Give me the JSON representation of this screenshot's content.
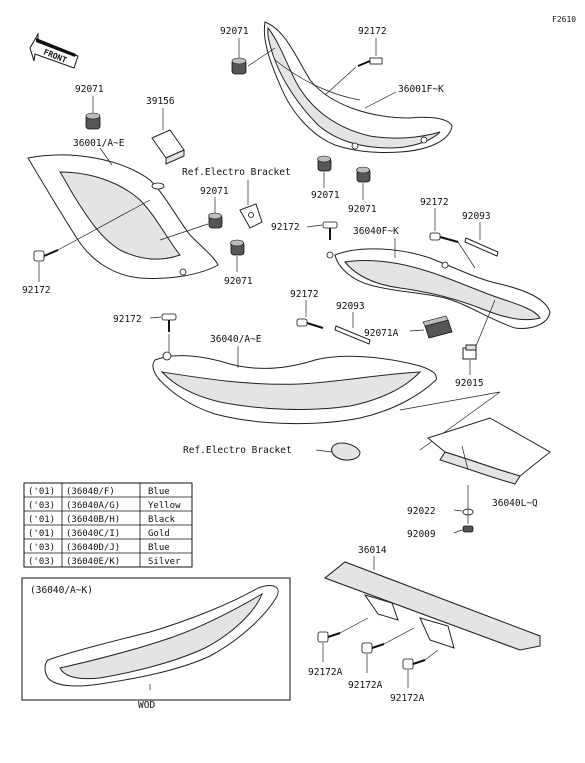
{
  "figure_id": "F2610",
  "front_label": "FRONT",
  "part_labels": {
    "p92071_a": "92071",
    "p92172_a": "92172",
    "p36001fk": "36001F~K",
    "p92071_b": "92071",
    "p39156": "39156",
    "p36001ae": "36001/A~E",
    "ref_bracket_1": "Ref.Electro Bracket",
    "p92071_c": "92071",
    "p92071_d": "92071",
    "p92071_e": "92071",
    "p92071_f": "92071",
    "p92172_b": "92172",
    "p92172_c": "92172",
    "p92172_d": "92172",
    "p36040fk": "36040F~K",
    "p92093_a": "92093",
    "p92172_e": "92172",
    "p92093_b": "92093",
    "p92071a": "92071A",
    "p92172_f": "92172",
    "p36040ae": "36040/A~E",
    "p92015": "92015",
    "ref_bracket_2": "Ref.Electro Bracket",
    "p92022": "92022",
    "p36040lq": "36040L~Q",
    "p92009": "92009",
    "p36014": "36014",
    "p92172a_a": "92172A",
    "p92172a_b": "92172A",
    "p92172a_c": "92172A"
  },
  "color_table": [
    {
      "year": "('01)",
      "code": "(36040/F)",
      "color": "Blue"
    },
    {
      "year": "('03)",
      "code": "(36040A/G)",
      "color": "Yellow"
    },
    {
      "year": "('01)",
      "code": "(36040B/H)",
      "color": "Black"
    },
    {
      "year": "('01)",
      "code": "(36040C/I)",
      "color": "Gold"
    },
    {
      "year": "('03)",
      "code": "(36040D/J)",
      "color": "Blue"
    },
    {
      "year": "('03)",
      "code": "(36040E/K)",
      "color": "Silver"
    }
  ],
  "inset": {
    "label": "(36040/A~K)",
    "caption": "WOD"
  }
}
